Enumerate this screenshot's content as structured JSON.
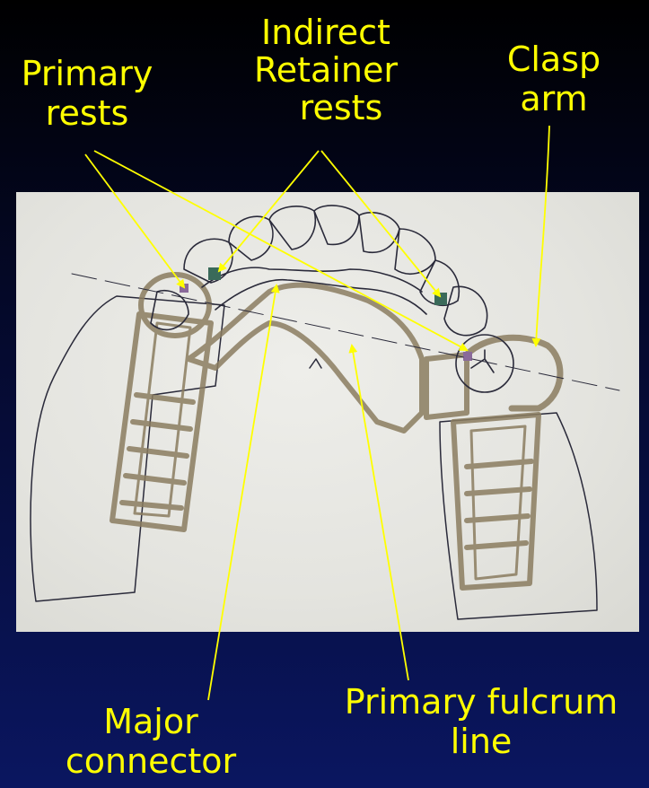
{
  "labels": {
    "primary_rests": [
      "Primary",
      "rests"
    ],
    "indirect_retainer_rests": [
      "Indirect",
      "Retainer",
      "rests"
    ],
    "clasp_arm": [
      "Clasp",
      "arm"
    ],
    "major_connector": [
      "Major",
      "connector"
    ],
    "primary_fulcrum_line": [
      "Primary fulcrum",
      "line"
    ]
  },
  "colors": {
    "label": "#ffff00",
    "background_top": "#000000",
    "background_bottom": "#0a1660",
    "framework": "#8b7d60",
    "ink": "#2a2a3a",
    "rest_marker": "#3a6a5a"
  }
}
